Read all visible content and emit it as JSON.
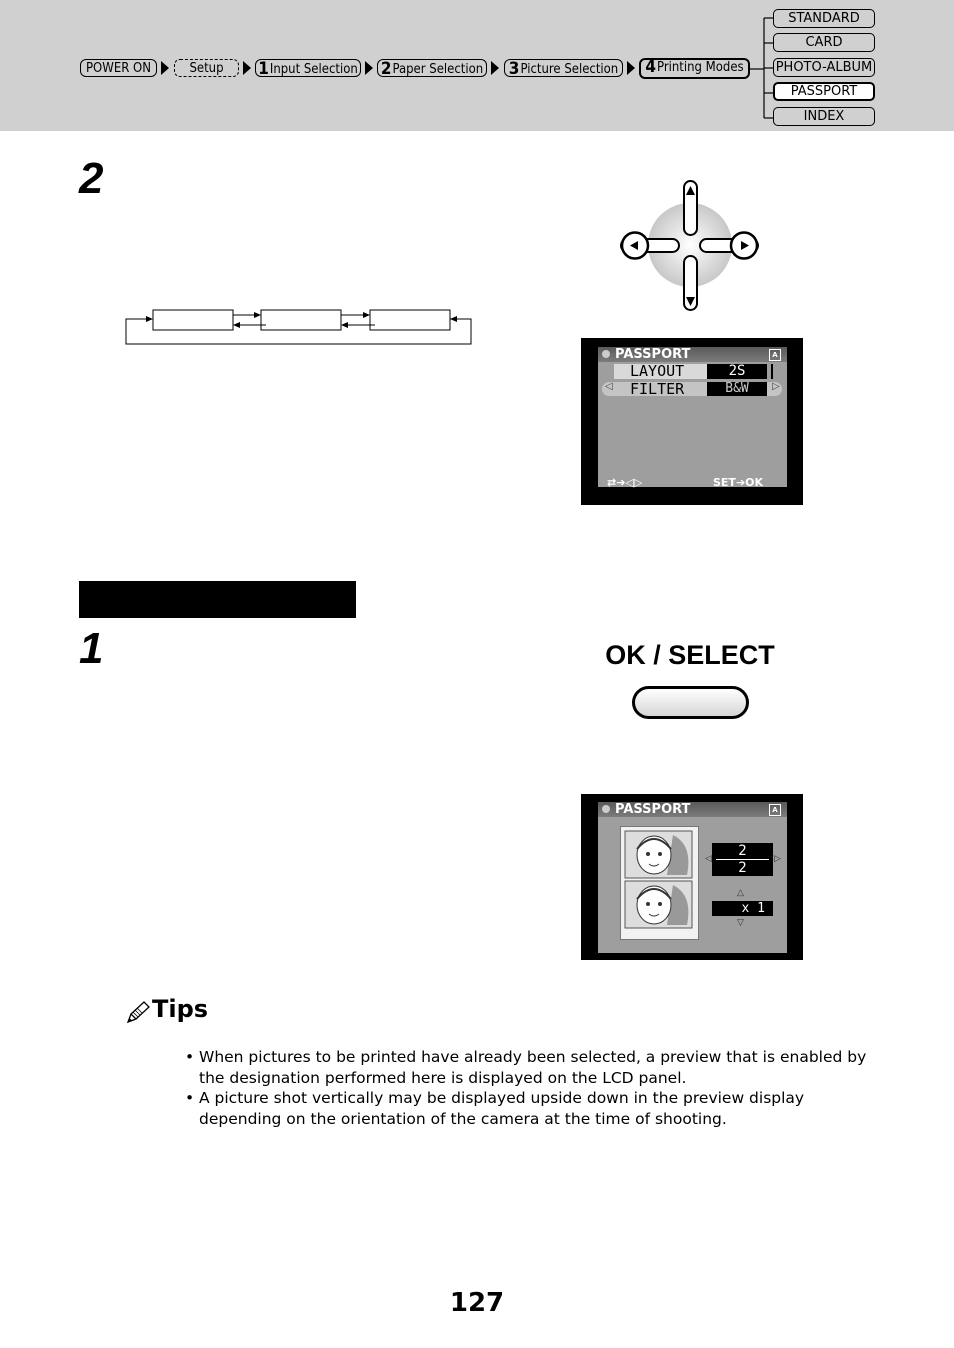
{
  "breadcrumb": {
    "power_on": "POWER ON",
    "setup": "Setup",
    "step1_num": "1",
    "step1_label": "Input Selection",
    "step2_num": "2",
    "step2_label": "Paper Selection",
    "step3_num": "3",
    "step3_label": "Picture Selection",
    "step4_num": "4",
    "step4_label": "Printing Modes"
  },
  "modes": [
    {
      "label": "STANDARD"
    },
    {
      "label": "CARD"
    },
    {
      "label": "PHOTO-ALBUM"
    },
    {
      "label": "PASSPORT",
      "active": true
    },
    {
      "label": "INDEX"
    }
  ],
  "steps": {
    "step_a": "2",
    "step_b": "1"
  },
  "lcd1": {
    "title": "PASSPORT",
    "row1_label": "LAYOUT",
    "row1_value": "2S",
    "row2_label": "FILTER",
    "row2_value": "B&W",
    "footer_left": "⇄➔◁▷",
    "footer_right": "SET➔OK"
  },
  "ok_select": {
    "label": "OK / SELECT"
  },
  "lcd2": {
    "title": "PASSPORT",
    "count_top": "2",
    "count_bottom": "2",
    "copies": "x 1"
  },
  "tips": {
    "heading": "Tips",
    "items": [
      "When pictures to be printed have already been selected, a preview that is enabled by the designation performed here is displayed on the LCD panel.",
      "A picture shot vertically may be displayed upside down in the preview display depending on the orientation of the camera at the time of shooting."
    ]
  },
  "page_number": "127",
  "colors": {
    "header_bg": "#d0d0d0",
    "lcd_gray": "#9e9e9e"
  },
  "icons": [
    "dpad-icon",
    "pencil-icon",
    "paper-size-icon",
    "portrait-face-icon"
  ]
}
